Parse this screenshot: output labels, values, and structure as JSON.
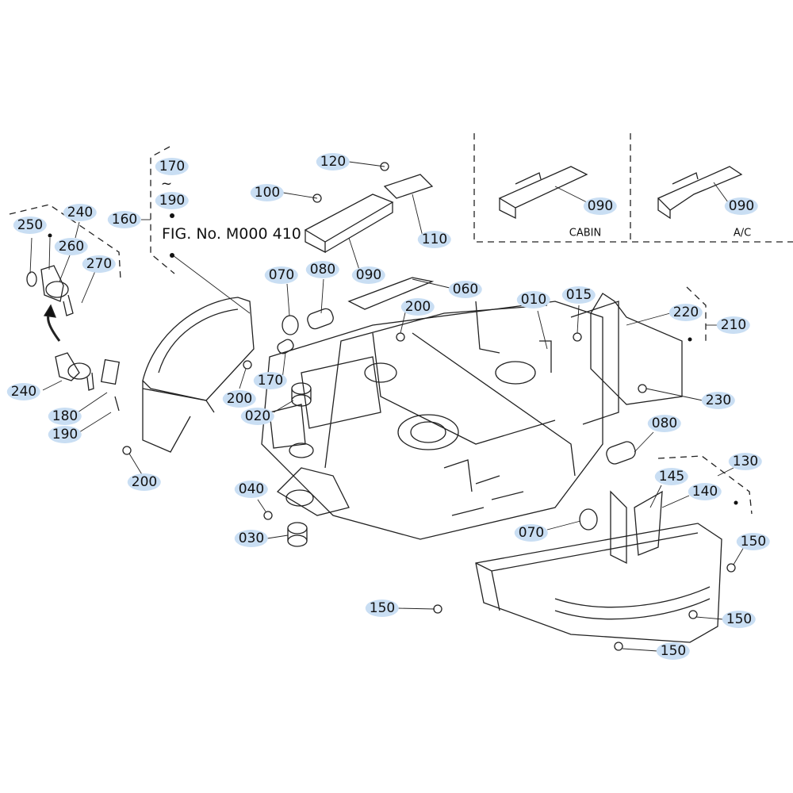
{
  "figure_ref": "FIG. No. M000 410",
  "range_tilde": "~",
  "variant_labels": {
    "cabin": "CABIN",
    "ac": "A/C"
  },
  "highlight_color": "#c9def3",
  "labels": {
    "l170a": "170",
    "l190a": "190",
    "l160": "160",
    "l240a": "240",
    "l250": "250",
    "l260": "260",
    "l270": "270",
    "l240b": "240",
    "l180": "180",
    "l190b": "190",
    "l200a": "200",
    "l120": "120",
    "l100": "100",
    "l110": "110",
    "l090a": "090",
    "l090b": "090",
    "l090c": "090",
    "l070a": "070",
    "l080a": "080",
    "l060": "060",
    "l200b": "200",
    "l010": "010",
    "l015": "015",
    "l220": "220",
    "l210": "210",
    "l170b": "170",
    "l200c": "200",
    "l020": "020",
    "l230": "230",
    "l080b": "080",
    "l130": "130",
    "l145": "145",
    "l140": "140",
    "l040": "040",
    "l030": "030",
    "l070b": "070",
    "l150a": "150",
    "l150b": "150",
    "l150c": "150",
    "l150d": "150"
  }
}
